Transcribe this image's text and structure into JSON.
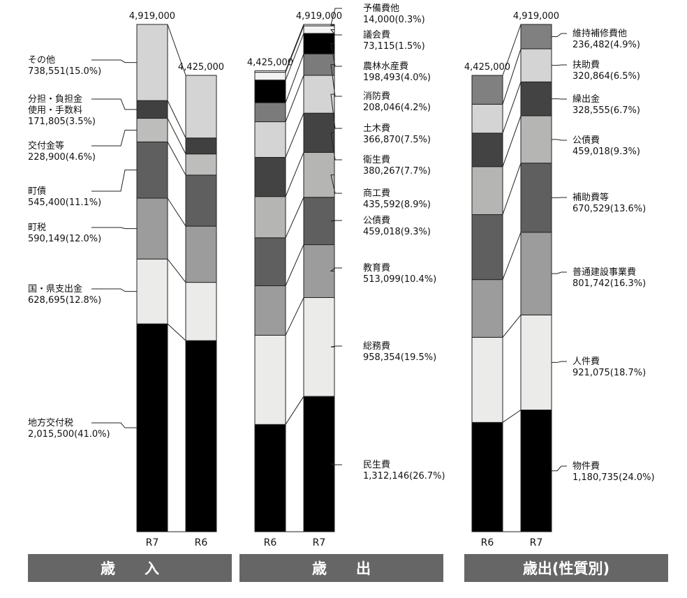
{
  "chart_data": [
    {
      "type": "bar",
      "banner": "歳　　入",
      "bars": [
        {
          "year": "R7",
          "total": "4,919,000",
          "value": 4919000
        },
        {
          "year": "R6",
          "total": "4,425,000",
          "value": 4425000
        }
      ],
      "categories": [
        {
          "name": [
            "地方交付税"
          ],
          "amount": "2,015,500(41.0%)",
          "color": "#000000",
          "r7": 2015500,
          "r6": 1853000
        },
        {
          "name": [
            "国・県支出金"
          ],
          "amount": "628,695(12.8%)",
          "color": "#ebecea",
          "r7": 628695,
          "r6": 565000
        },
        {
          "name": [
            "町税"
          ],
          "amount": "590,149(12.0%)",
          "color": "#9c9c9c",
          "r7": 590149,
          "r6": 545000
        },
        {
          "name": [
            "町債"
          ],
          "amount": "545,400(11.1%)",
          "color": "#5f5f5f",
          "r7": 545400,
          "r6": 495000
        },
        {
          "name": [
            "交付金等"
          ],
          "amount": "228,900(4.6%)",
          "color": "#bdbebc",
          "r7": 228900,
          "r6": 205000
        },
        {
          "name": [
            "分担・負担金",
            "使用・手数料"
          ],
          "amount": "171,805(3.5%)",
          "color": "#414040",
          "r7": 171805,
          "r6": 155000
        },
        {
          "name": [
            "その他"
          ],
          "amount": "738,551(15.0%)",
          "color": "#d4d4d4",
          "r7": 738551,
          "r6": 607000
        }
      ]
    },
    {
      "type": "bar",
      "banner": "歳　　出",
      "bars": [
        {
          "year": "R6",
          "total": "4,425,000",
          "value": 4425000
        },
        {
          "year": "R7",
          "total": "4,919,000",
          "value": 4919000
        }
      ],
      "categories": [
        {
          "name": [
            "民生費"
          ],
          "amount": "1,312,146(26.7%)",
          "color": "#000000",
          "r7": 1312146,
          "r6": 1040000
        },
        {
          "name": [
            "総務費"
          ],
          "amount": "958,354(19.5%)",
          "color": "#ebecea",
          "r7": 958354,
          "r6": 865000
        },
        {
          "name": [
            "教育費"
          ],
          "amount": "513,099(10.4%)",
          "color": "#9c9c9c",
          "r7": 513099,
          "r6": 480000
        },
        {
          "name": [
            "公債費"
          ],
          "amount": "459,018(9.3%)",
          "color": "#5f5f5f",
          "r7": 459018,
          "r6": 465000
        },
        {
          "name": [
            "商工費"
          ],
          "amount": "435,592(8.9%)",
          "color": "#b5b6b4",
          "r7": 435592,
          "r6": 400000
        },
        {
          "name": [
            "衛生費"
          ],
          "amount": "380,267(7.7%)",
          "color": "#444343",
          "r7": 380267,
          "r6": 380000
        },
        {
          "name": [
            "土木費"
          ],
          "amount": "366,870(7.5%)",
          "color": "#d4d4d4",
          "r7": 366870,
          "r6": 345000
        },
        {
          "name": [
            "消防費"
          ],
          "amount": "208,046(4.2%)",
          "color": "#7b7b7b",
          "r7": 208046,
          "r6": 185000
        },
        {
          "name": [
            "農林水産費"
          ],
          "amount": "198,493(4.0%)",
          "color": "#000000",
          "r7": 198493,
          "r6": 220000
        },
        {
          "name": [
            "議会費"
          ],
          "amount": "73,115(1.5%)",
          "color": "#f2f2f2",
          "r7": 73115,
          "r6": 75000
        },
        {
          "name": [
            "予備費他"
          ],
          "amount": "14,000(0.3%)",
          "color": "#ffffff",
          "r7": 14000,
          "r6": 14000
        }
      ]
    },
    {
      "type": "bar",
      "banner": "歳出(性質別)",
      "bars": [
        {
          "year": "R6",
          "total": "4,425,000",
          "value": 4425000
        },
        {
          "year": "R7",
          "total": "4,919,000",
          "value": 4919000
        }
      ],
      "categories": [
        {
          "name": [
            "物件費"
          ],
          "amount": "1,180,735(24.0%)",
          "color": "#000000",
          "r7": 1180735,
          "r6": 1060000
        },
        {
          "name": [
            "人件費"
          ],
          "amount": "921,075(18.7%)",
          "color": "#ebecea",
          "r7": 921075,
          "r6": 825000
        },
        {
          "name": [
            "普通建設事業費"
          ],
          "amount": "801,742(16.3%)",
          "color": "#9c9c9c",
          "r7": 801742,
          "r6": 560000
        },
        {
          "name": [
            "補助費等"
          ],
          "amount": "670,529(13.6%)",
          "color": "#5f5f5f",
          "r7": 670529,
          "r6": 630000
        },
        {
          "name": [
            "公債費"
          ],
          "amount": "459,018(9.3%)",
          "color": "#b5b6b4",
          "r7": 459018,
          "r6": 465000
        },
        {
          "name": [
            "繰出金"
          ],
          "amount": "328,555(6.7%)",
          "color": "#444343",
          "r7": 328555,
          "r6": 325000
        },
        {
          "name": [
            "扶助費"
          ],
          "amount": "320,864(6.5%)",
          "color": "#d4d4d4",
          "r7": 320864,
          "r6": 280000
        },
        {
          "name": [
            "維持補修費他"
          ],
          "amount": "236,482(4.9%)",
          "color": "#808080",
          "r7": 236482,
          "r6": 280000
        }
      ]
    }
  ]
}
